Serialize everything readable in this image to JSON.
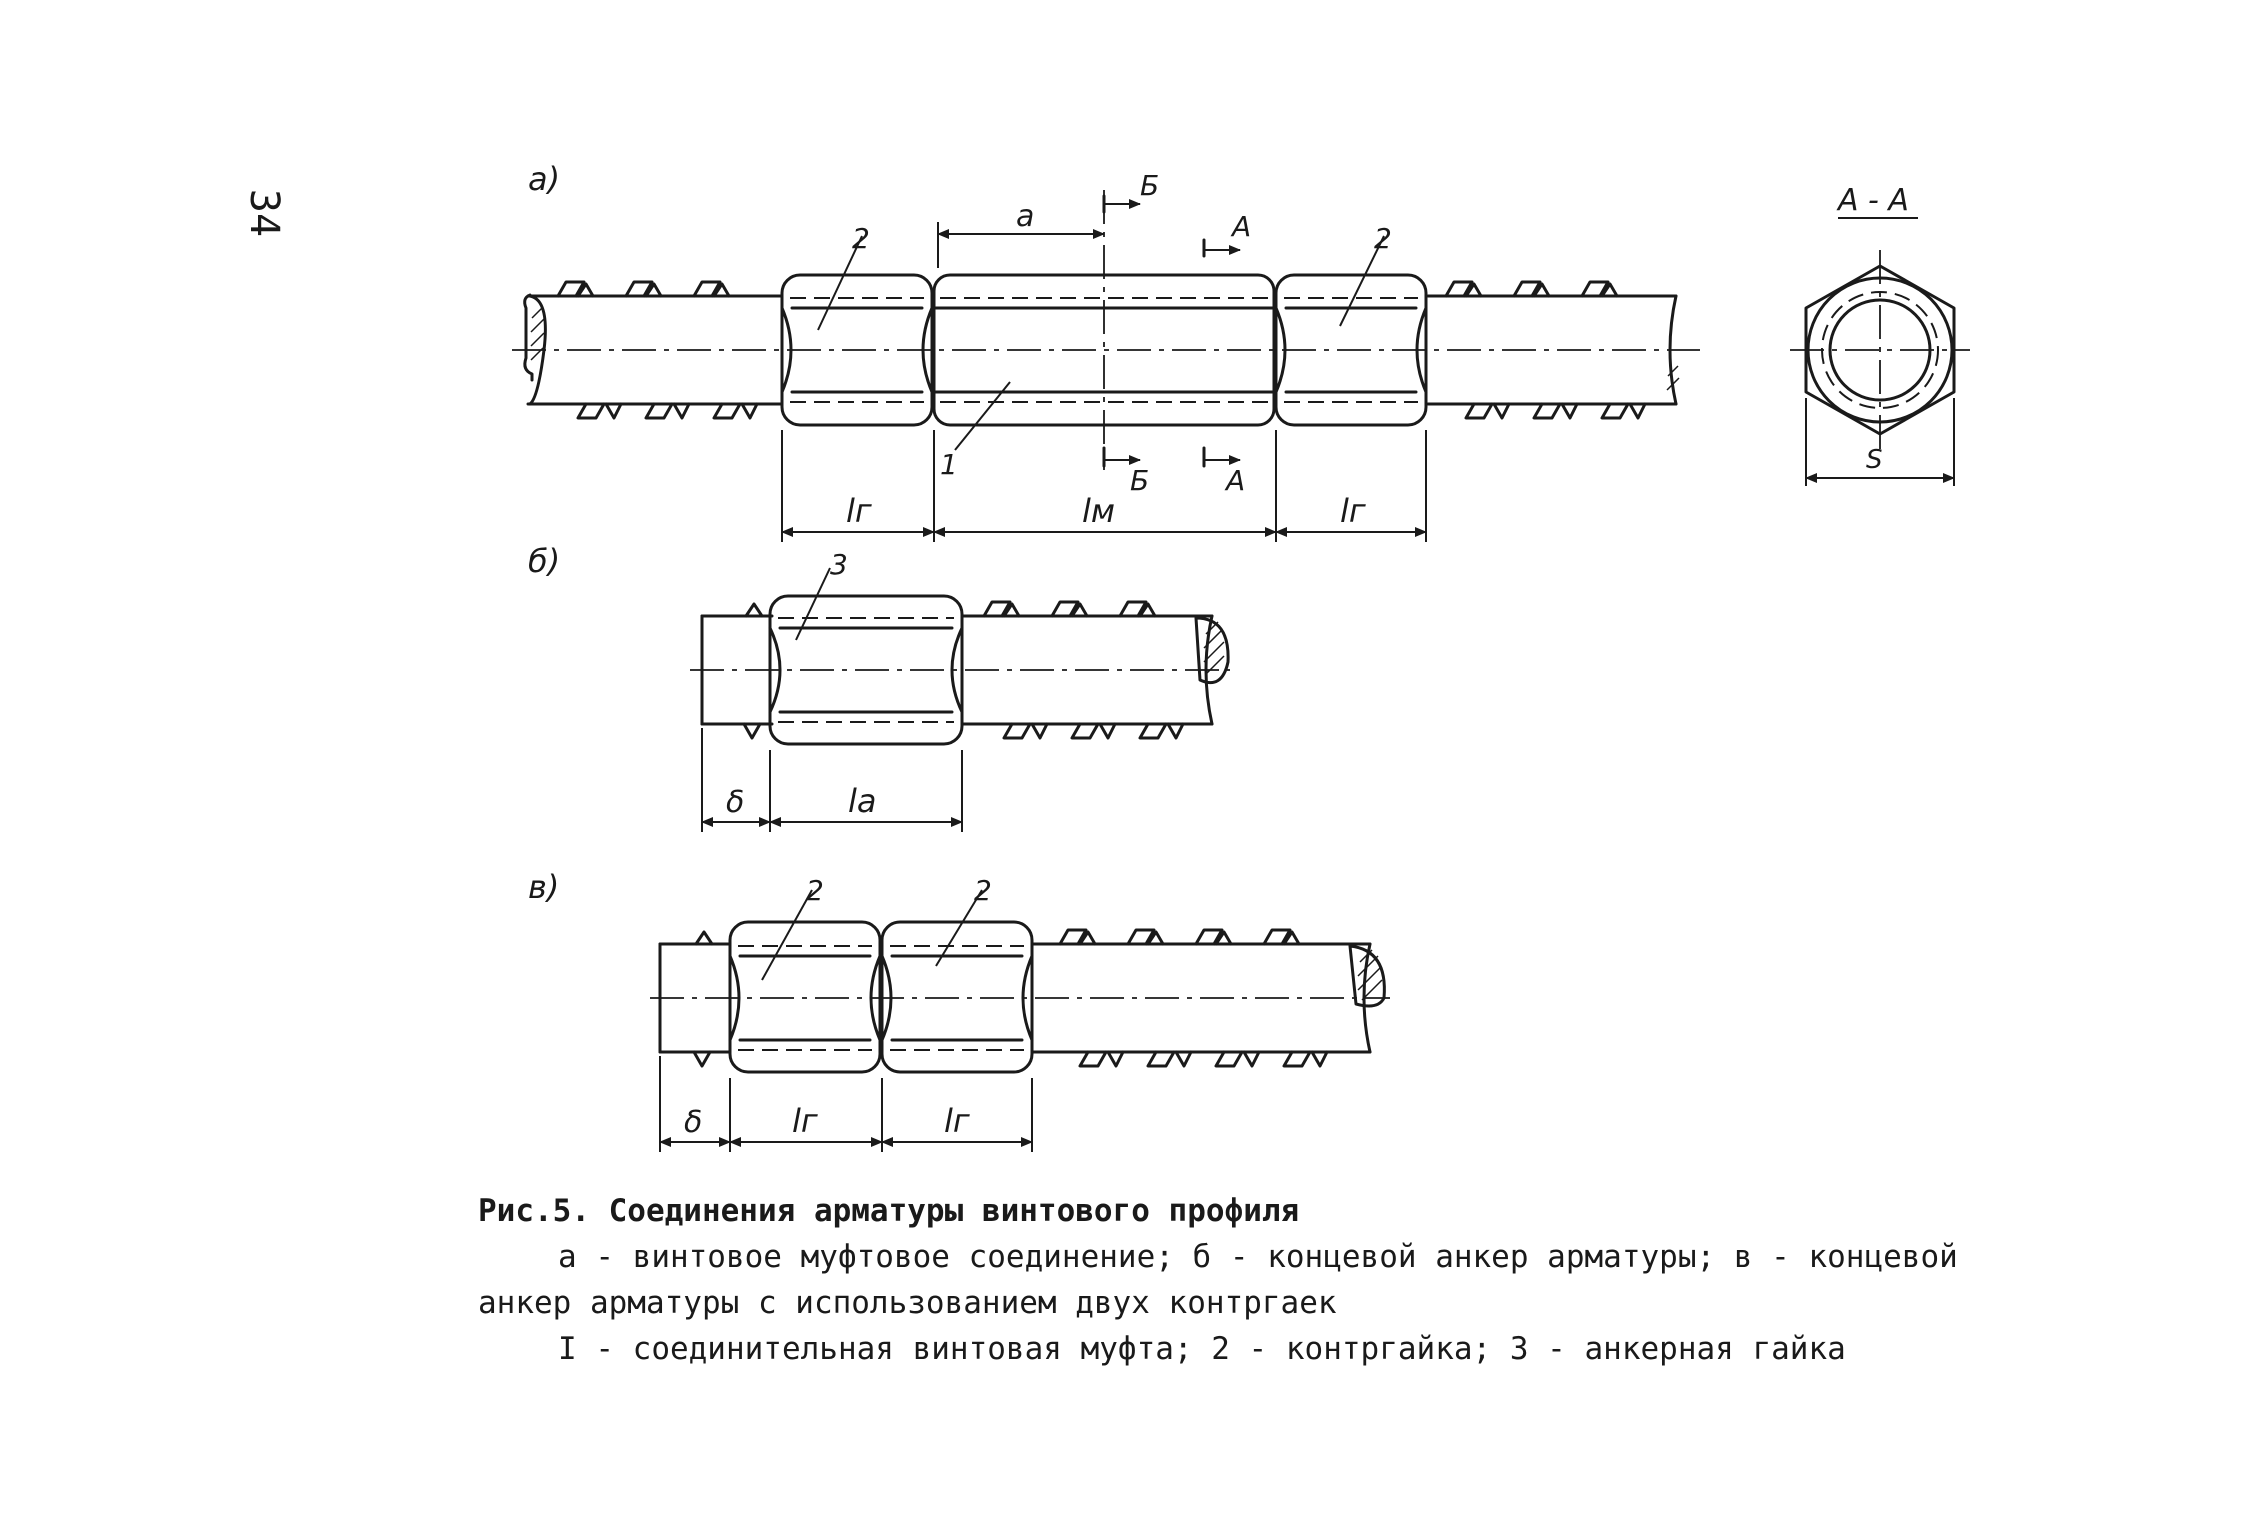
{
  "page_number": "34",
  "figure": {
    "labels": {
      "view_a": "а)",
      "view_b": "б)",
      "view_c": "в)",
      "section_title": "А - А",
      "section_s": "S",
      "dim_a": "а",
      "dim_l_g": "lг",
      "dim_l_m": "lм",
      "dim_l_a": "lа",
      "dim_delta": "δ",
      "cut_B": "Б",
      "cut_A": "А",
      "part_1": "1",
      "part_2": "2",
      "part_3": "3"
    }
  },
  "caption": {
    "title": "Рис.5. Соединения арматуры винтового профиля",
    "line1": "а - винтовое муфтовое соединение; б - концевой анкер арматуры; в - концевой",
    "line2": "анкер арматуры с использованием двух контргаек",
    "line3": "I - соединительная винтовая муфта; 2 - контргайка; 3 - анкерная гайка"
  }
}
